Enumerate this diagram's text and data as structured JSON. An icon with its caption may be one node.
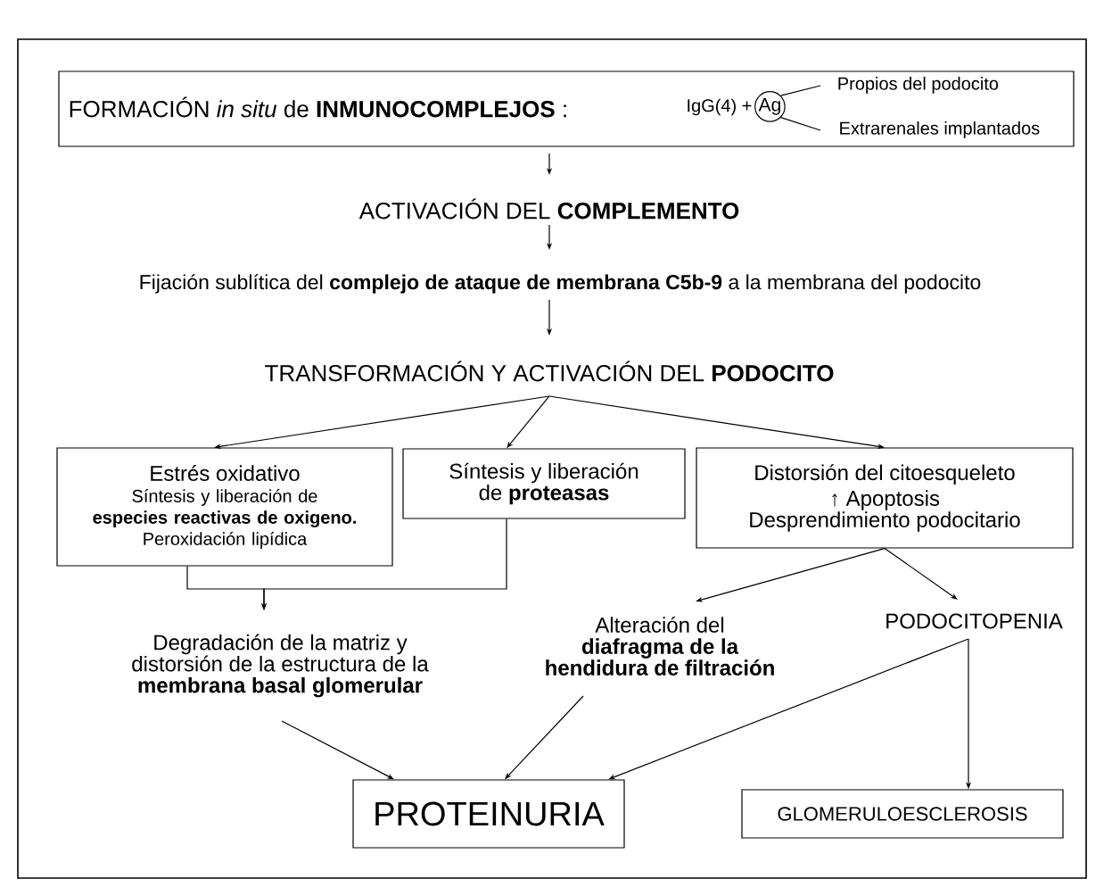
{
  "diagram": {
    "nodes": [
      {
        "text": [
          "FORMACIÓN *in situ* de **INMUNOCOMPLEJOS** :",
          "IgG(4) +"
        ]
      },
      {
        "text": [
          "Ag"
        ],
        "in": 0
      },
      {
        "text": [
          "Propios del podocito"
        ],
        "in": 0
      },
      {
        "text": [
          "Extrarenales implantados"
        ],
        "in": 0
      },
      {
        "text": [
          "ACTIVACIÓN DEL **COMPLEMENTO**"
        ]
      },
      {
        "text": [
          "Fijación sublítica del **complejo de ataque de membrana C5b-9** a la membrana del podocito"
        ]
      },
      {
        "text": [
          "TRANSFORMACIÓN Y ACTIVACIÓN DEL **PODOCITO**"
        ]
      },
      {
        "text": [
          "Estrés oxidativo",
          "Síntesis y liberación de **especies reactivas de oxigeno.**",
          "Peroxidación lipídica"
        ]
      },
      {
        "text": [
          "Síntesis y liberación de **proteasas**"
        ]
      },
      {
        "text": [
          "Distorsión del citoesqueleto",
          "↑ Apoptosis",
          "Desprendimiento podocitario"
        ]
      },
      {
        "text": [
          "Degradación de la matriz y distorsión de la estructura de la **membrana basal glomerular**"
        ]
      },
      {
        "text": [
          "Alteración del **diafragma de la hendidura de filtración**"
        ]
      },
      {
        "text": [
          "PODOCITOPENIA"
        ]
      },
      {
        "text": [
          "PROTEINURIA"
        ]
      },
      {
        "text": [
          "GLOMERULOESCLEROSIS"
        ]
      }
    ],
    "edges": [
      {
        "from": 1,
        "to": 2,
        "arrow": "none"
      },
      {
        "from": 1,
        "to": 3,
        "arrow": "none"
      },
      {
        "from": 0,
        "to": 4,
        "arrow": "to"
      },
      {
        "from": 4,
        "to": 5,
        "arrow": "to"
      },
      {
        "from": 5,
        "to": 6,
        "arrow": "to"
      },
      {
        "from": 6,
        "to": 7,
        "arrow": "to"
      },
      {
        "from": 6,
        "to": 8,
        "arrow": "to"
      },
      {
        "from": 6,
        "to": 9,
        "arrow": "to"
      },
      {
        "from": 7,
        "to": 10,
        "arrow": "to"
      },
      {
        "from": 8,
        "to": 10,
        "arrow": "to"
      },
      {
        "from": 9,
        "to": 11,
        "arrow": "to"
      },
      {
        "from": 9,
        "to": 12,
        "arrow": "to"
      },
      {
        "from": 10,
        "to": 13,
        "arrow": "to"
      },
      {
        "from": 11,
        "to": 13,
        "arrow": "to"
      },
      {
        "from": 12,
        "to": 13,
        "arrow": "to"
      },
      {
        "from": 12,
        "to": 14,
        "arrow": "to"
      }
    ]
  }
}
